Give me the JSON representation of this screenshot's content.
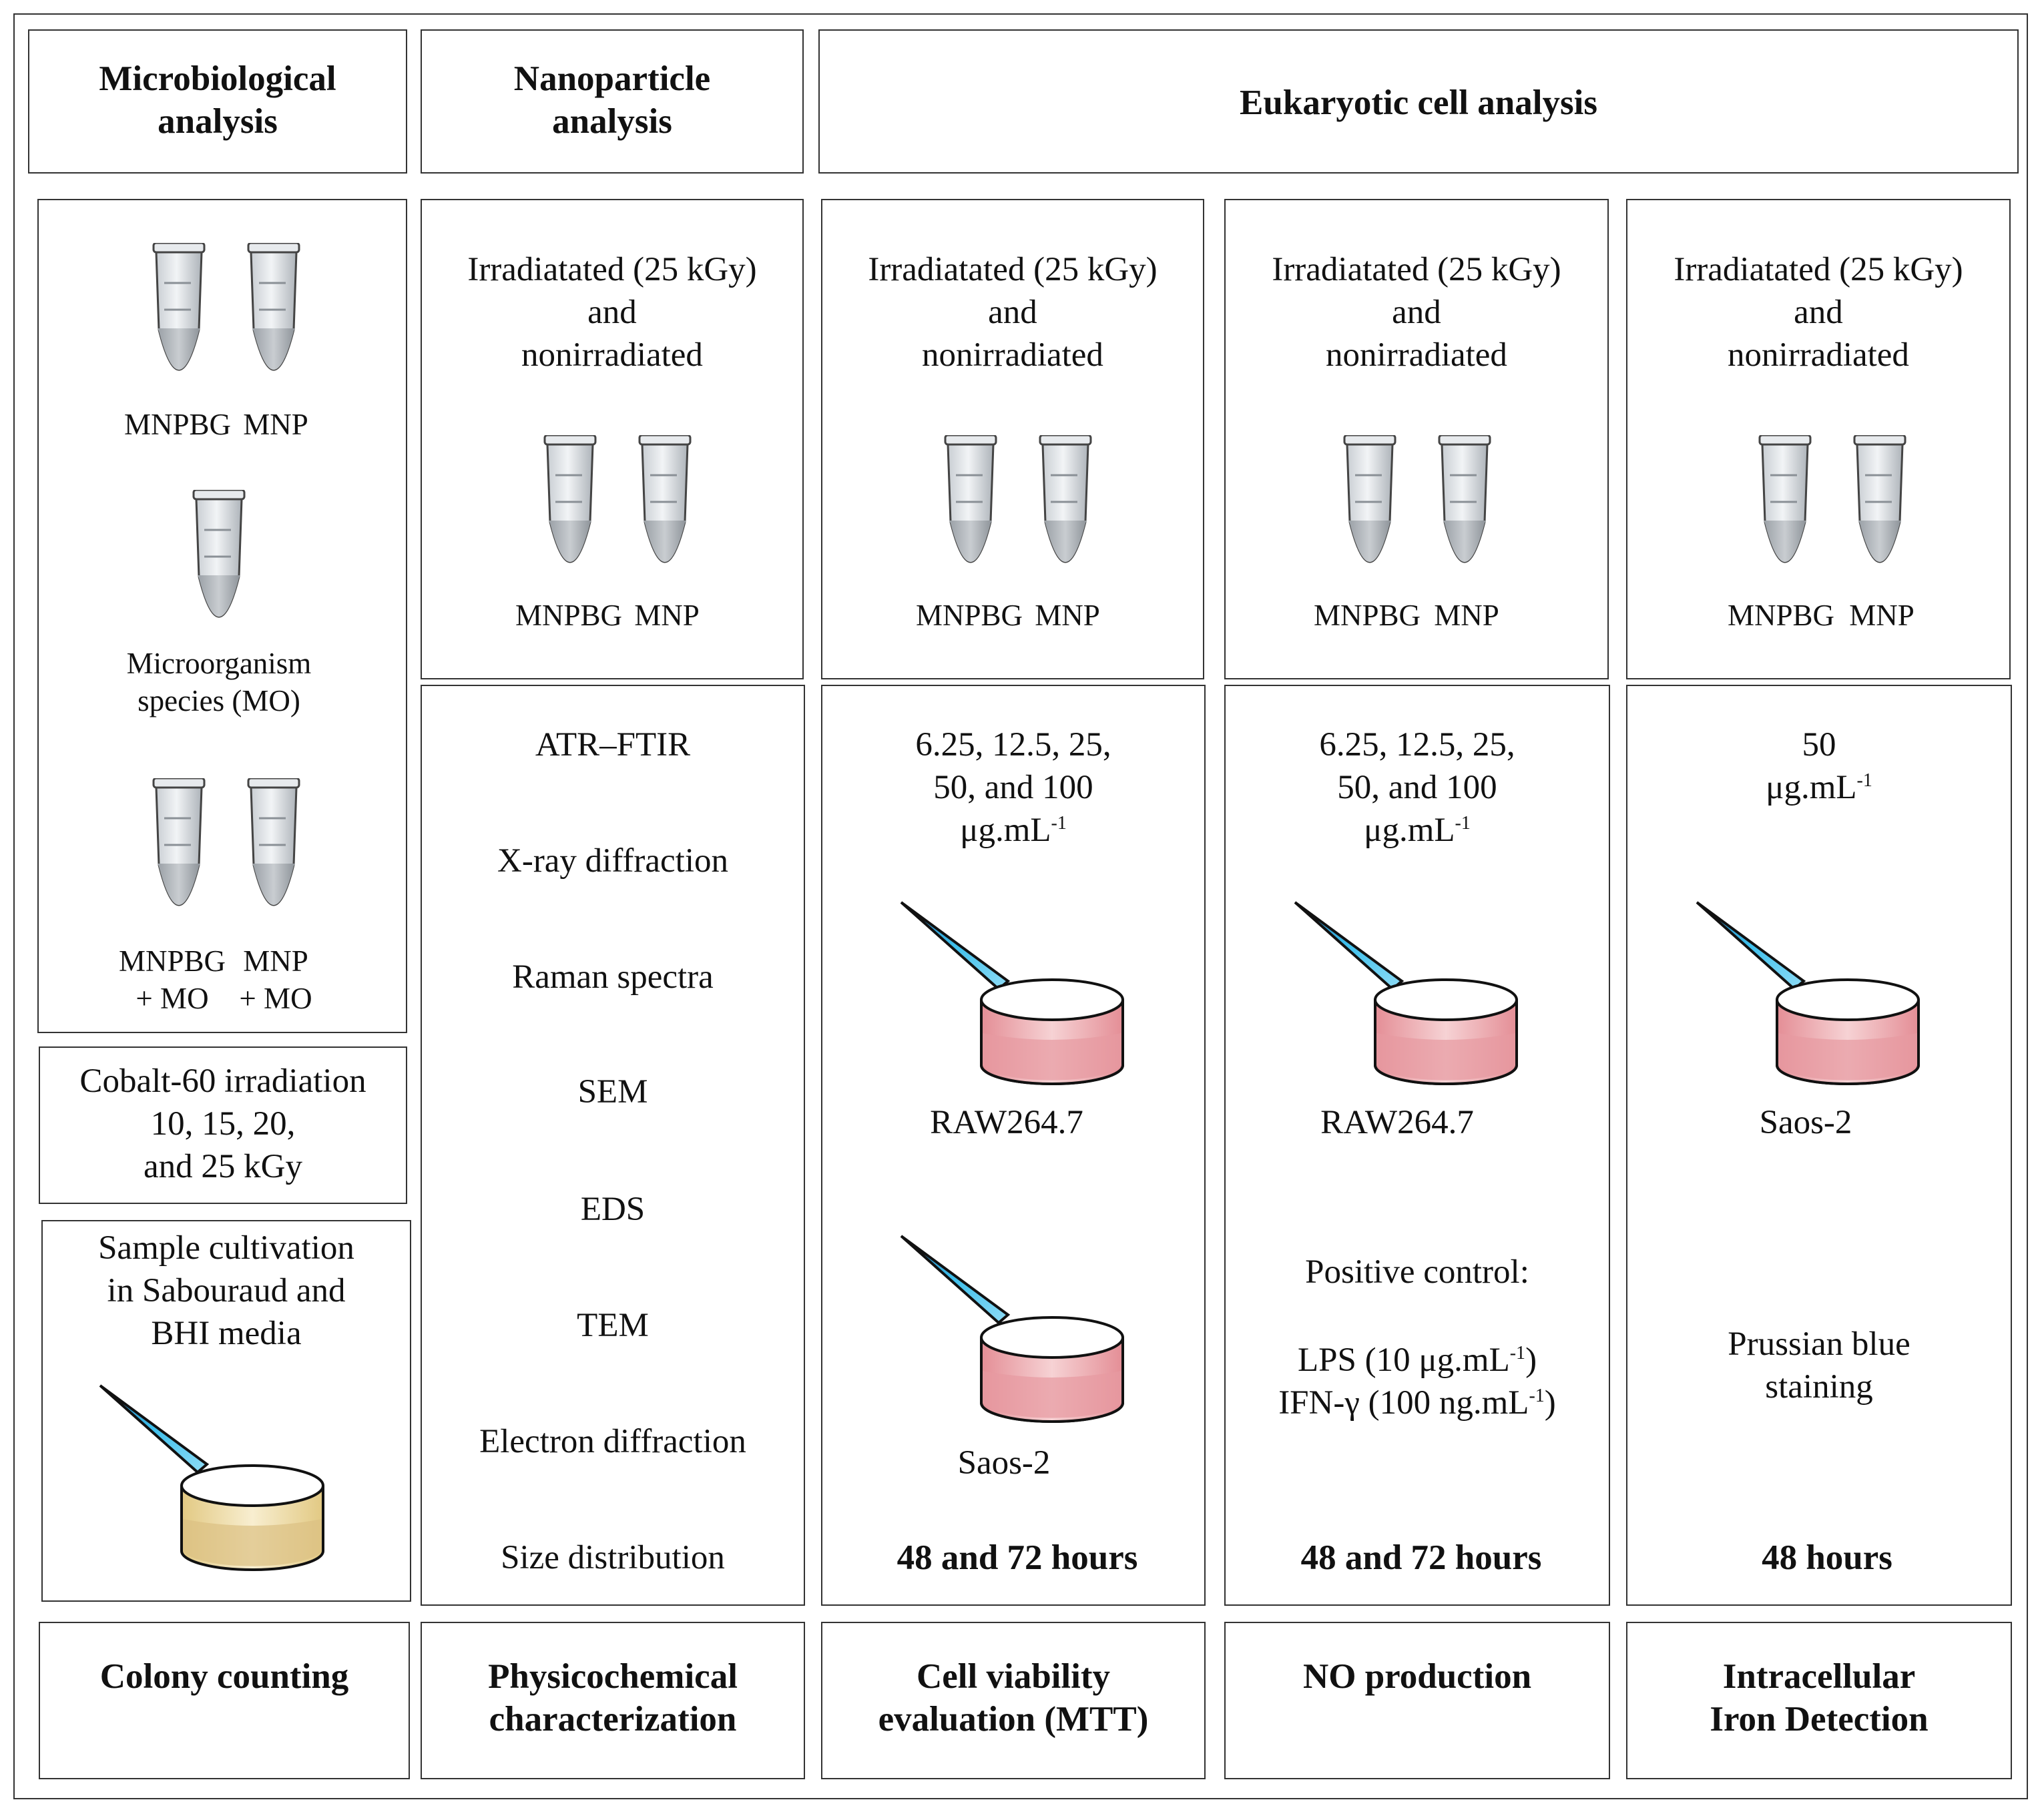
{
  "header": {
    "micro": "Microbiological\nanalysis",
    "nano": "Nanoparticle\nanalysis",
    "euk": "Eukaryotic cell analysis"
  },
  "tubes": {
    "mnpbg": "MNPBG",
    "mnp": "MNP",
    "mo": "Microorganism\nspecies (MO)",
    "mnpbg_mo": "MNPBG\n+ MO",
    "mnp_mo": "MNP\n+ MO"
  },
  "micro": {
    "cobalt": "Cobalt-60 irradiation\n10, 15, 20,\nand 25 kGy",
    "cultivation": "Sample cultivation\nin Sabouraud and\nBHI media"
  },
  "irradiated": "Irradiatated (25 kGy)\nand\nnonirradiated",
  "nano_methods": [
    "ATR–FTIR",
    "X-ray diffraction",
    "Raman spectra",
    "SEM",
    "EDS",
    "TEM",
    "Electron diffraction",
    "Size distribution"
  ],
  "conc": {
    "range_line1": "6.25, 12.5, 25,",
    "range_line2": "50, and 100",
    "unit": "μg.mL",
    "unit_sup": "-1",
    "fifty": "50"
  },
  "cells": {
    "raw": "RAW264.7",
    "saos": "Saos-2"
  },
  "no_col": {
    "positive": "Positive control:",
    "lps_a": "LPS (10 μg.mL",
    "lps_sup": "-1",
    "lps_b": ")",
    "ifn_a": "IFN-γ (100 ng.mL",
    "ifn_sup": "-1",
    "ifn_b": ")"
  },
  "iron_col": {
    "stain": "Prussian blue\nstaining"
  },
  "times": {
    "t48_72": "48 and 72 hours",
    "t48": "48 hours"
  },
  "footer": {
    "colony": "Colony counting",
    "physico": "Physicochemical\ncharacterization",
    "viability": "Cell viability\nevaluation (MTT)",
    "no": "NO production",
    "iron": "Intracellular\nIron Detection"
  },
  "colors": {
    "tip_blue": "#2aa0d8",
    "medium_pink": "#e9a3a8",
    "medium_yellow": "#e8d6a0",
    "tube_fill": "#c8cdd2"
  }
}
